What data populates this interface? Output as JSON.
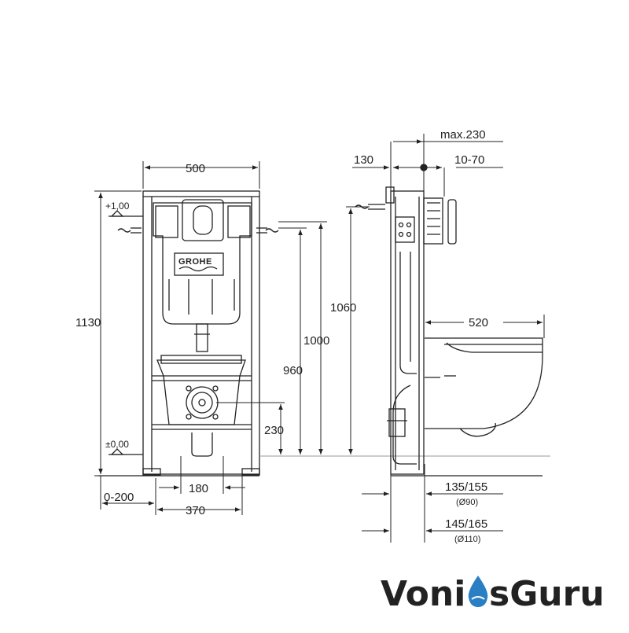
{
  "colors": {
    "line": "#222222",
    "light_line": "#777777",
    "brand_text": "#3a4f66",
    "brand_drop": "#2a7fc4"
  },
  "front_view": {
    "width_label": "500",
    "height_label": "1130",
    "top_level_label": "+1,00",
    "floor_level_label": "±0,00",
    "panel_logo_label": "GROHE",
    "offset_label": "0-200",
    "inner_span_label": "180",
    "outer_span_label": "370",
    "drain_height_label": "230",
    "inlet_height_label": "960",
    "frame_height_label": "1000",
    "top_height_label": "1060"
  },
  "side_view": {
    "depth_max_label": "max.230",
    "offset_a_label": "130",
    "offset_b_label": "10-70",
    "bowl_length_label": "520",
    "outlet_a_label": "135/155",
    "outlet_a_diameter_label": "(Ø90)",
    "outlet_b_label": "145/165",
    "outlet_b_diameter_label": "(Ø110)"
  },
  "watermark": {
    "part1": "Voni",
    "part2": "sGuru",
    "icon": "water-drop-icon"
  }
}
